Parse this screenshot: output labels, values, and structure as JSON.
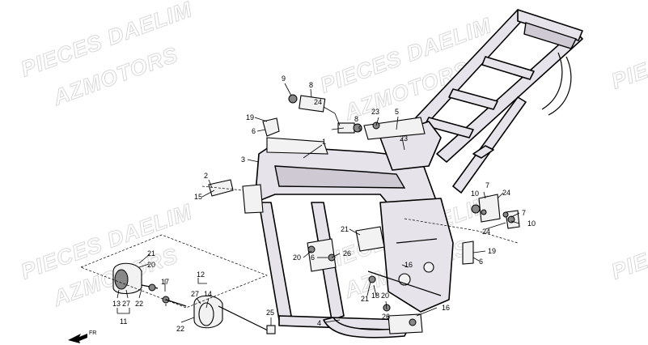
{
  "watermark": {
    "line1": "PIECES DAELIM",
    "line2": "AZMOTORS"
  },
  "direction_label": "FR",
  "part_labels": [
    "1",
    "2",
    "3",
    "4",
    "5",
    "6",
    "7",
    "8",
    "9",
    "10",
    "11",
    "12",
    "13",
    "14",
    "15",
    "16",
    "17",
    "18",
    "19",
    "20",
    "21",
    "22",
    "23",
    "24",
    "25",
    "26",
    "27"
  ]
}
